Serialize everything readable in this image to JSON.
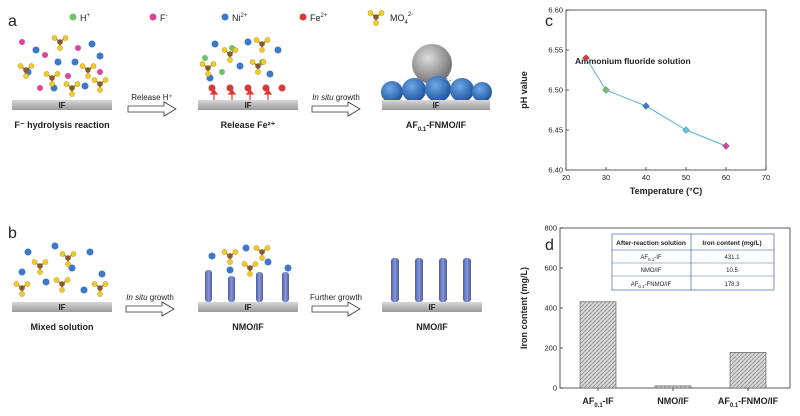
{
  "panels": {
    "a": "a",
    "b": "b",
    "c": "c",
    "d": "d"
  },
  "legend": {
    "h_plus": {
      "base": "H",
      "sup": "+"
    },
    "f_minus": {
      "base": "F",
      "sup": "-"
    },
    "ni2": {
      "base": "Ni",
      "sup": "2+"
    },
    "fe2": {
      "base": "Fe",
      "sup": "2+"
    },
    "mo4": {
      "base": "MO",
      "sub": "4",
      "sup": "2-"
    },
    "colors": {
      "h": "#6fc16a",
      "f": "#d8479b",
      "ni": "#3f78c8",
      "fe": "#d83a3a",
      "mo_center": "#8a5a2a",
      "mo_o": "#f0cc2a"
    }
  },
  "substrate_label": "IF",
  "panel_a": {
    "step1_caption": "F⁻ hydrolysis reaction",
    "arrow1_label": "Release H⁺",
    "step2_caption": "Release Fe²⁺",
    "arrow2_label_em": "In situ",
    "arrow2_label_rest": " growth",
    "step3_caption": {
      "base": "AF",
      "sub": "0.1",
      "rest": "-FNMO/IF"
    }
  },
  "panel_b": {
    "step1_caption": "Mixed solution",
    "arrow1_label_em": "In situ",
    "arrow1_label_rest": " growth",
    "step2_caption": "NMO/IF",
    "arrow2_label": "Further growth",
    "step3_caption": "NMO/IF"
  },
  "chart_c": {
    "type": "line",
    "annotation": "Ammonium fluoride solution",
    "xlabel": "Temperature (°C)",
    "ylabel": "pH value",
    "xlim": [
      20,
      70
    ],
    "ylim": [
      6.4,
      6.6
    ],
    "xticks": [
      "20",
      "30",
      "40",
      "50",
      "60",
      "70"
    ],
    "yticks": [
      "6.40",
      "6.45",
      "6.50",
      "6.55",
      "6.60"
    ],
    "line_color": "#55b4d8",
    "x": [
      25,
      30,
      40,
      50,
      60
    ],
    "y": [
      6.54,
      6.5,
      6.48,
      6.45,
      6.43
    ],
    "marker_colors": [
      "#d83a3a",
      "#6fc16a",
      "#3f78c8",
      "#5fc8d8",
      "#d8479b"
    ]
  },
  "chart_d": {
    "type": "bar",
    "ylabel": "Iron content (mg/L)",
    "ylim": [
      0,
      800
    ],
    "yticks": [
      "0",
      "200",
      "400",
      "600",
      "800"
    ],
    "categories": [
      {
        "base": "AF",
        "sub": "0.1",
        "rest": "-IF"
      },
      {
        "base": "NMO/IF",
        "sub": "",
        "rest": ""
      },
      {
        "base": "AF",
        "sub": "0.1",
        "rest": "-FNMO/IF"
      }
    ],
    "values": [
      431.1,
      10.5,
      178.3
    ],
    "table": {
      "headers": [
        "After-reaction solution",
        "Iron content (mg/L)"
      ],
      "rows": [
        {
          "name": {
            "base": "AF",
            "sub": "0.1",
            "rest": "-IF"
          },
          "value": "431.1"
        },
        {
          "name": {
            "base": "NMO/IF",
            "sub": "",
            "rest": ""
          },
          "value": "10.5"
        },
        {
          "name": {
            "base": "AF",
            "sub": "0.1",
            "rest": "-FNMO/IF"
          },
          "value": "178.3"
        }
      ]
    }
  }
}
